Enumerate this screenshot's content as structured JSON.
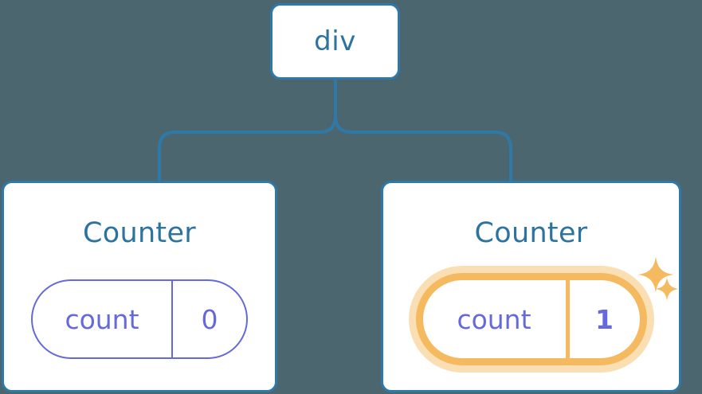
{
  "diagram": {
    "title": "React component tree with highlighted state update",
    "background_color": "#4c6670",
    "node_border_color": "#2e79a8",
    "node_text_color": "#2d73a0",
    "state_color": "#6569dc",
    "highlight_color": "#f5ba60",
    "highlight_glow_color": "#fbdfb4",
    "edge_color": "#2e79a8"
  },
  "root": {
    "label": "div"
  },
  "children": [
    {
      "name": "counter-left",
      "title": "Counter",
      "state": {
        "key": "count",
        "value": "0",
        "highlighted": false
      }
    },
    {
      "name": "counter-right",
      "title": "Counter",
      "state": {
        "key": "count",
        "value": "1",
        "highlighted": true
      },
      "sparkles": [
        {
          "name": "sparkle-large"
        },
        {
          "name": "sparkle-small"
        }
      ]
    }
  ]
}
